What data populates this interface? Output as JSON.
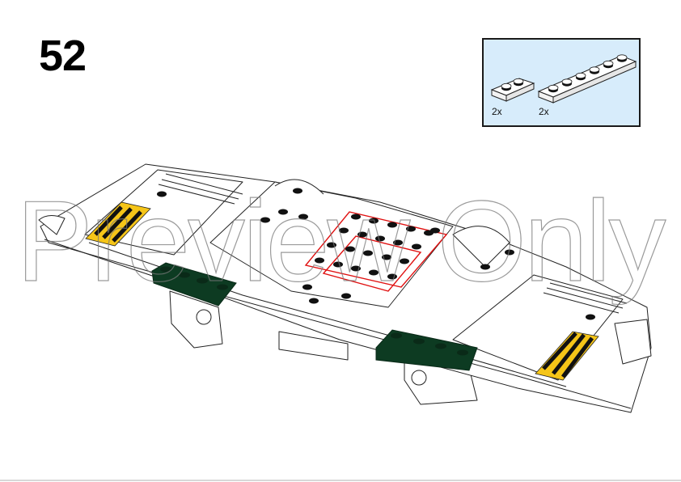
{
  "page": {
    "step_number": "52",
    "watermark": "Preview Only",
    "colors": {
      "callout_background": "#d7ecfb",
      "dark_green": "#0d3b22",
      "hazard_yellow": "#f5c518",
      "hazard_black": "#111111",
      "highlight_red": "#e01010"
    }
  },
  "parts_callout": {
    "items": [
      {
        "part": "plate-1x2",
        "color": "white",
        "quantity": "2x"
      },
      {
        "part": "plate-1x6",
        "color": "white",
        "quantity": "2x"
      }
    ]
  },
  "model": {
    "description": "white spacecraft hull assembly with dark green wedge plates, yellow-black hazard stripes, and red-outlined newly added plates"
  }
}
